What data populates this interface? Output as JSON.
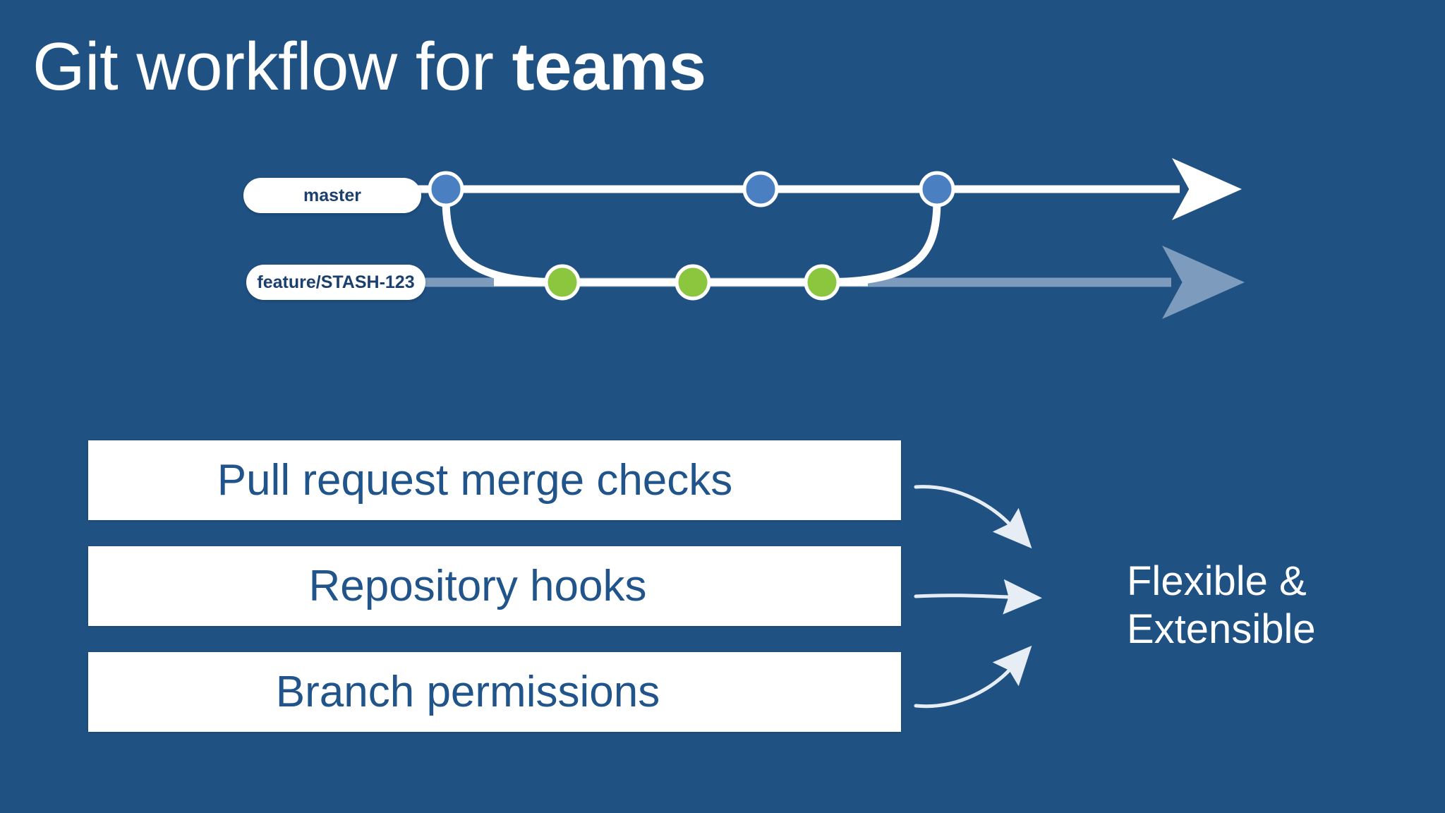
{
  "slide": {
    "background_color": "#1f5183",
    "title": {
      "text_normal": "Git workflow for ",
      "text_bold": "teams",
      "color": "#ffffff"
    }
  },
  "git_graph": {
    "branches": [
      {
        "name": "master",
        "label": "master",
        "line_color": "#ffffff",
        "commit_color": "#4a7fc1",
        "commits": 3
      },
      {
        "name": "feature",
        "label": "feature/STASH-123",
        "line_color": "#7d9cbd",
        "commit_color": "#8cc63e",
        "commits": 3
      }
    ],
    "label_text_color": "#1b3f6e"
  },
  "features": {
    "items": [
      {
        "label": "Pull request merge checks"
      },
      {
        "label": "Repository hooks"
      },
      {
        "label": "Branch permissions"
      }
    ],
    "box_background": "#ffffff",
    "text_color": "#20548a"
  },
  "outcome": {
    "line1": "Flexible &",
    "line2": "Extensible",
    "color": "#ffffff",
    "arrow_count": 3
  }
}
